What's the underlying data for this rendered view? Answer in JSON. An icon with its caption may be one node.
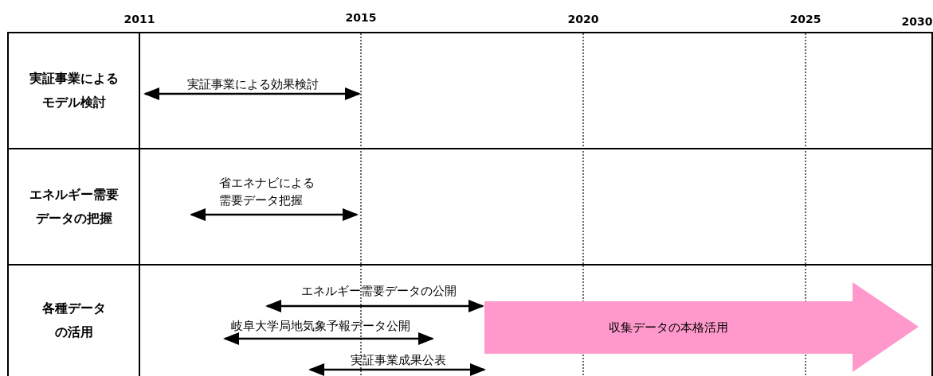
{
  "diagram": {
    "nodes": [
      {
        "text": [
          "実証事業によるモデル検討"
        ]
      },
      {
        "text": [
          "エネルギー需要データの把握"
        ]
      },
      {
        "text": [
          "各種データの活用"
        ]
      },
      {
        "text": [
          "収集データの本格活用"
        ]
      }
    ],
    "labels": [
      "2011",
      "2015",
      "2020",
      "2025",
      "2030",
      "実証事業による効果検討",
      "省エネナビによる需要データ把握",
      "エネルギー需要データの公開",
      "岐阜大学局地気象予報データ公開",
      "実証事業成果公表"
    ]
  }
}
